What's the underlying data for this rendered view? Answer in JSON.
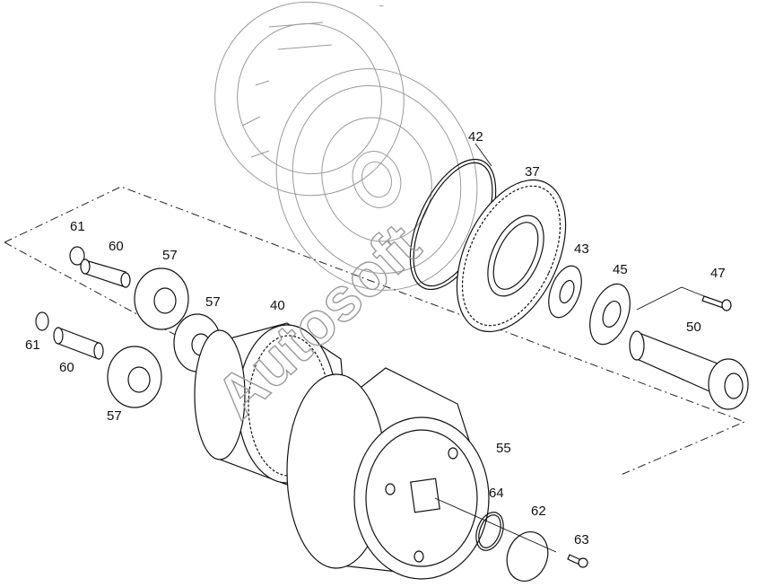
{
  "diagram": {
    "watermark": "Autosoft",
    "top_mark": "~",
    "callouts": [
      {
        "id": "c42",
        "text": "42"
      },
      {
        "id": "c37",
        "text": "37"
      },
      {
        "id": "c43",
        "text": "43"
      },
      {
        "id": "c45",
        "text": "45"
      },
      {
        "id": "c47",
        "text": "47"
      },
      {
        "id": "c50",
        "text": "50"
      },
      {
        "id": "c61a",
        "text": "61"
      },
      {
        "id": "c60a",
        "text": "60"
      },
      {
        "id": "c57a",
        "text": "57"
      },
      {
        "id": "c57b",
        "text": "57"
      },
      {
        "id": "c40",
        "text": "40"
      },
      {
        "id": "c61b",
        "text": "61"
      },
      {
        "id": "c60b",
        "text": "60"
      },
      {
        "id": "c57c",
        "text": "57"
      },
      {
        "id": "c55",
        "text": "55"
      },
      {
        "id": "c64",
        "text": "64"
      },
      {
        "id": "c62",
        "text": "62"
      },
      {
        "id": "c63",
        "text": "63"
      }
    ]
  }
}
